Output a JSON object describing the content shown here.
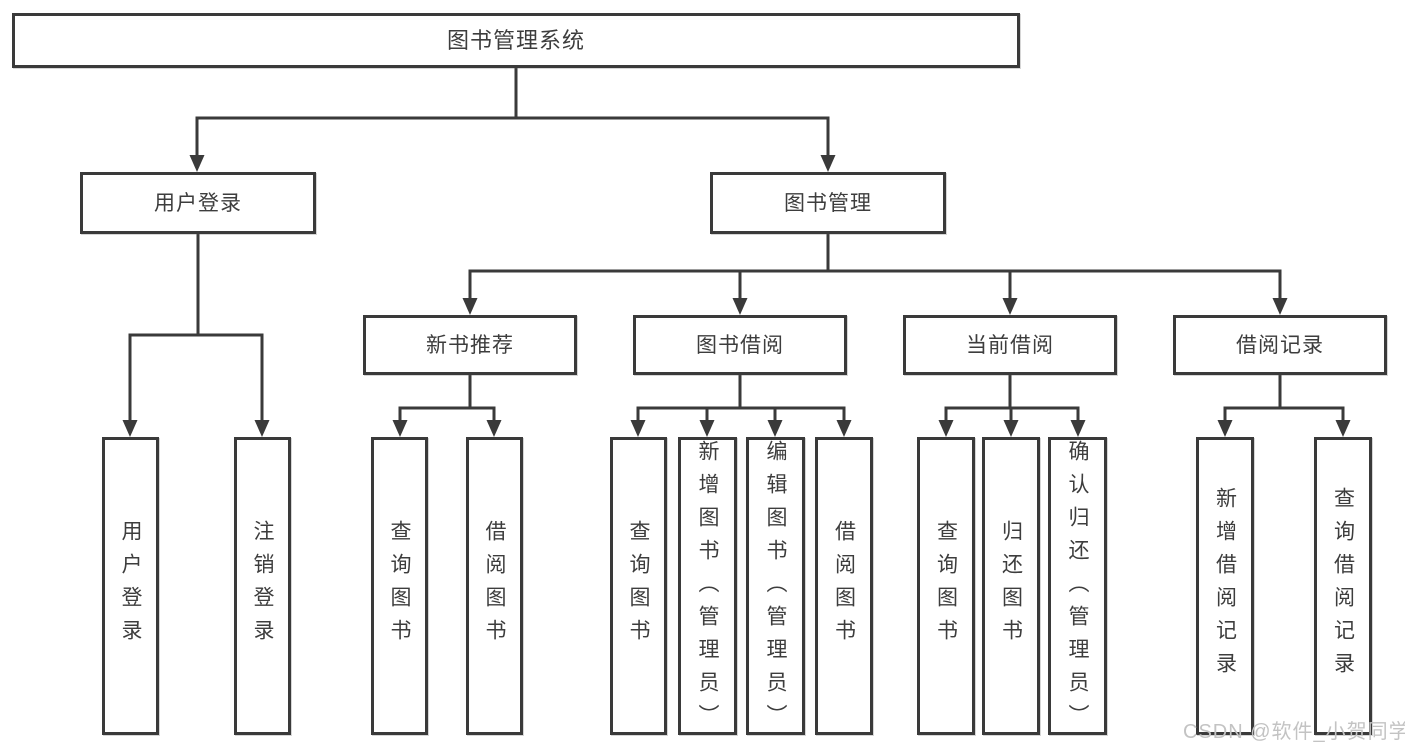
{
  "tree": {
    "root": {
      "label": "图书管理系统"
    },
    "branches": [
      {
        "label": "用户登录",
        "children": [
          {
            "label": "用户登录"
          },
          {
            "label": "注销登录"
          }
        ]
      },
      {
        "label": "图书管理",
        "sections": [
          {
            "label": "新书推荐",
            "children": [
              {
                "label": "查询图书"
              },
              {
                "label": "借阅图书"
              }
            ]
          },
          {
            "label": "图书借阅",
            "children": [
              {
                "label": "查询图书"
              },
              {
                "label": "新增图书（管理员）"
              },
              {
                "label": "编辑图书（管理员）"
              },
              {
                "label": "借阅图书"
              }
            ]
          },
          {
            "label": "当前借阅",
            "children": [
              {
                "label": "查询图书"
              },
              {
                "label": "归还图书"
              },
              {
                "label": "确认归还（管理员）"
              }
            ]
          },
          {
            "label": "借阅记录",
            "children": [
              {
                "label": "新增借阅记录"
              },
              {
                "label": "查询借阅记录"
              }
            ]
          }
        ]
      }
    ]
  },
  "watermark": "CSDN @软件_小贺同学",
  "colors": {
    "line": "#3a3a3a",
    "text": "#3d3d3d",
    "background": "#ffffff",
    "watermark": "#c3c3c3"
  }
}
